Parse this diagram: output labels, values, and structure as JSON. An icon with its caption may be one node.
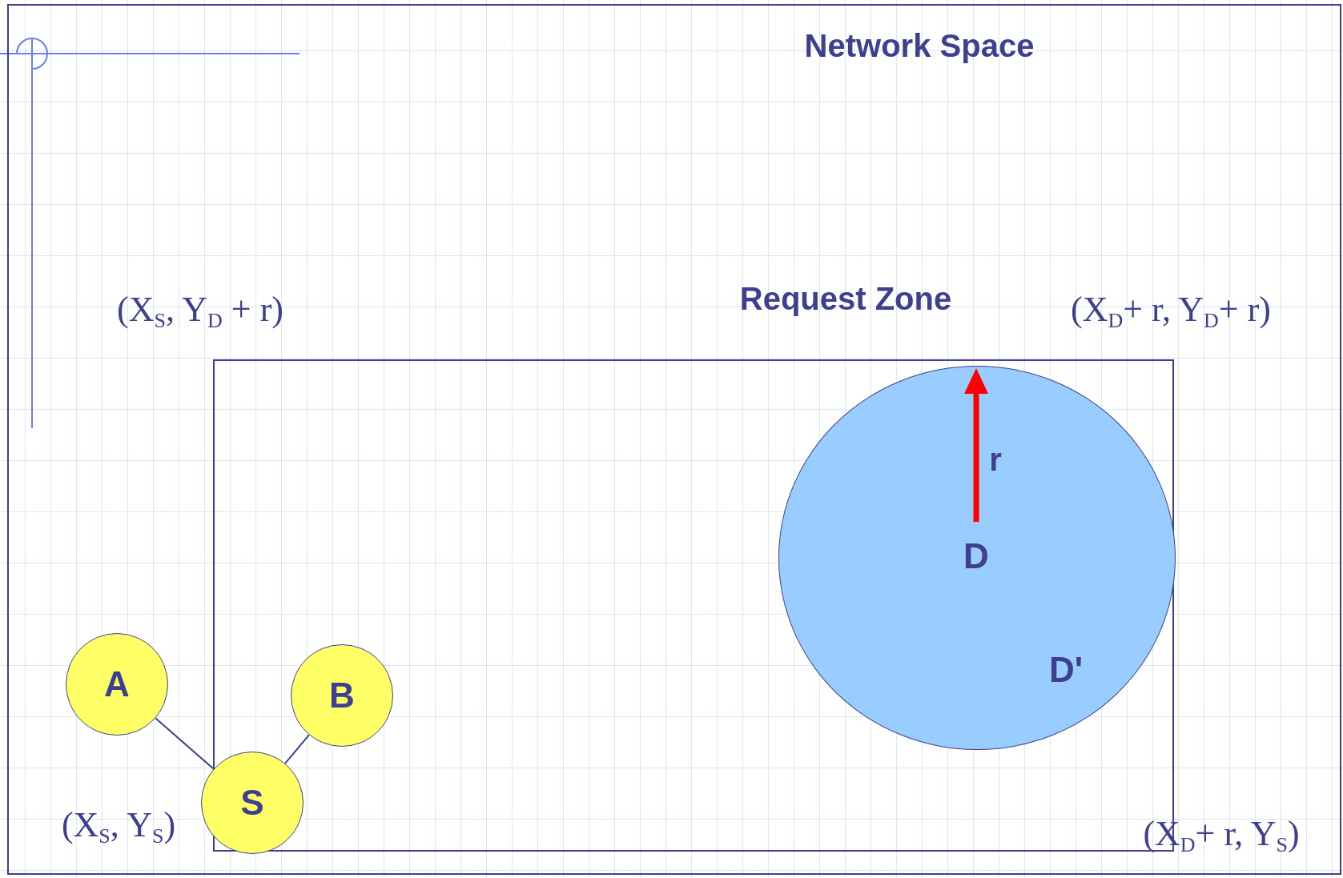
{
  "diagram": {
    "nodes": [
      {
        "text": [
          "Network Space"
        ]
      },
      {
        "text": [
          "Request Zone"
        ],
        "in": 0
      },
      {
        "text": [
          "D",
          "D'"
        ],
        "in": 1
      },
      {
        "text": [
          "A"
        ],
        "in": 0
      },
      {
        "text": [
          "B"
        ],
        "in": 1
      },
      {
        "text": [
          "S"
        ],
        "in": 0
      }
    ],
    "edges": [
      {
        "from": 3,
        "to": 5,
        "arrow": "none"
      },
      {
        "from": 4,
        "to": 5,
        "arrow": "none"
      }
    ],
    "labels": [
      "(X$_{S}$, Y$_{D}$ + r)",
      "(X$_{D}$+ r, Y$_{D}$+ r)",
      "r",
      "(X$_{S}$, Y$_{S}$)",
      "(X$_{D}$+ r, Y$_{S}$)"
    ]
  }
}
